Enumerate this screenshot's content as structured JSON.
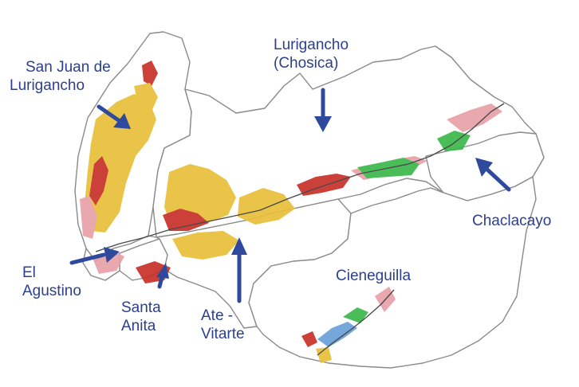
{
  "map": {
    "colors": {
      "background": "#ffffff",
      "district_fill": "#ffffff",
      "district_border": "#8a8a8a",
      "label": "#2b3f8c",
      "arrow": "#2f4a9c",
      "urban_yellow": "#e8c03a",
      "urban_red": "#c8302a",
      "urban_pink": "#e8a0a8",
      "urban_green": "#3cb84a",
      "urban_blue": "#6aa0d8",
      "river": "#4a4a4a"
    },
    "labels": {
      "san_juan_line1": "San Juan de",
      "san_juan_line2": "Lurigancho",
      "lurigancho_line1": "Lurigancho",
      "lurigancho_line2": "(Chosica)",
      "chaclacayo": "Chaclacayo",
      "el_agustino_line1": "El",
      "el_agustino_line2": "Agustino",
      "santa_anita_line1": "Santa",
      "santa_anita_line2": "Anita",
      "ate_line1": "Ate -",
      "ate_line2": "Vitarte",
      "cieneguilla": "Cieneguilla"
    }
  }
}
